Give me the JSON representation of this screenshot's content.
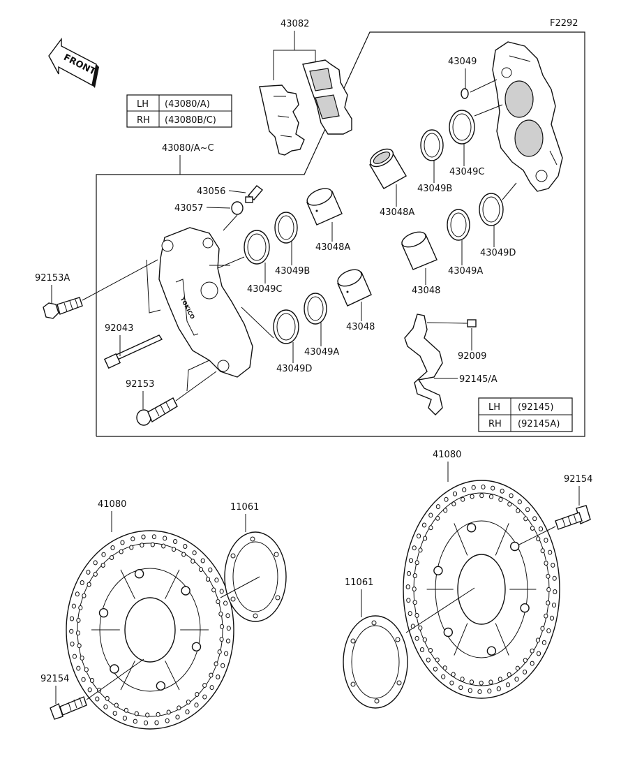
{
  "diagram": {
    "figure_code": "F2292",
    "front_label": "FRONT",
    "callouts": {
      "p43082": "43082",
      "p43049_top": "43049",
      "p43049c_right": "43049C",
      "p43049b_right": "43049B",
      "p43048a_right": "43048A",
      "p43049d_right": "43049D",
      "p43049a_right": "43049A",
      "p43048_right": "43048",
      "p92009": "92009",
      "p92145a": "92145/A",
      "p43080ac": "43080/A~C",
      "p43056": "43056",
      "p43057": "43057",
      "p92153a": "92153A",
      "p92043": "92043",
      "p92153": "92153",
      "p43048a_left": "43048A",
      "p43049b_left": "43049B",
      "p43049c_left": "43049C",
      "p43048_left": "43048",
      "p43049a_left": "43049A",
      "p43049d_left": "43049D",
      "p41080_left": "41080",
      "p11061_left": "11061",
      "p92154_left": "92154",
      "p41080_right": "41080",
      "p92154_right": "92154",
      "p11061_right": "11061"
    },
    "caliper_table": [
      {
        "side": "LH",
        "part": "(43080/A)"
      },
      {
        "side": "RH",
        "part": "(43080B/C)"
      }
    ],
    "bracket_table": [
      {
        "side": "LH",
        "part": "(92145)"
      },
      {
        "side": "RH",
        "part": "(92145A)"
      }
    ]
  }
}
